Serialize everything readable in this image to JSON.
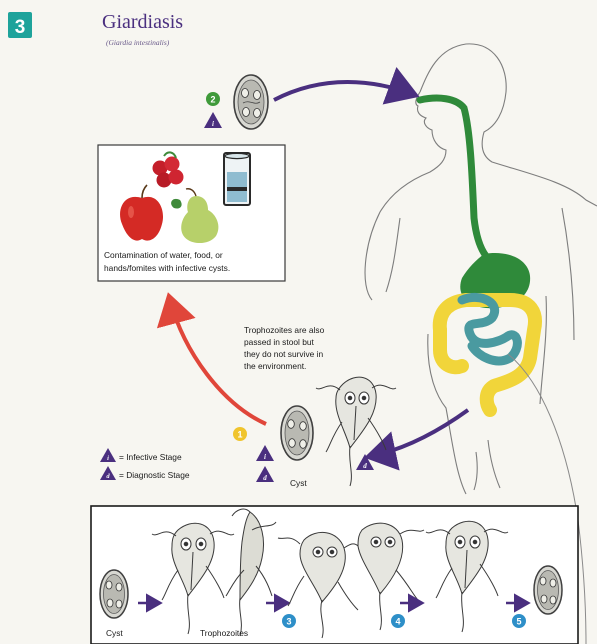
{
  "figure_number": "3",
  "title": "Giardiasis",
  "subtitle": "(Giardia intestinalis)",
  "contamination_text": [
    "Contamination of water, food, or",
    "hands/fomites with infective cysts."
  ],
  "trophozoite_note": [
    "Trophozoites are also",
    "passed in stool but",
    "they do not survive in",
    "the environment."
  ],
  "legend": {
    "infective_symbol": "i",
    "infective_label": "= Infective Stage",
    "diagnostic_symbol": "d",
    "diagnostic_label": "= Diagnostic Stage"
  },
  "steps": [
    "1",
    "2",
    "3",
    "4",
    "5"
  ],
  "labels": {
    "cyst_stool": "Cyst",
    "cyst_bottom": "Cyst",
    "trophozoites": "Trophozoites"
  },
  "colors": {
    "badge_teal": "#1ea39b",
    "title_purple": "#4a2f7f",
    "step_green": "#3f9a3a",
    "step_yellow": "#f0c42c",
    "step_blue": "#2e8fc8",
    "arrow_purple": "#4a2f7f",
    "arrow_red": "#e0463a",
    "esophagus_green": "#2f8a3a",
    "small_intestine_teal": "#4a9aa0",
    "colon_yellow": "#f1d53a"
  }
}
